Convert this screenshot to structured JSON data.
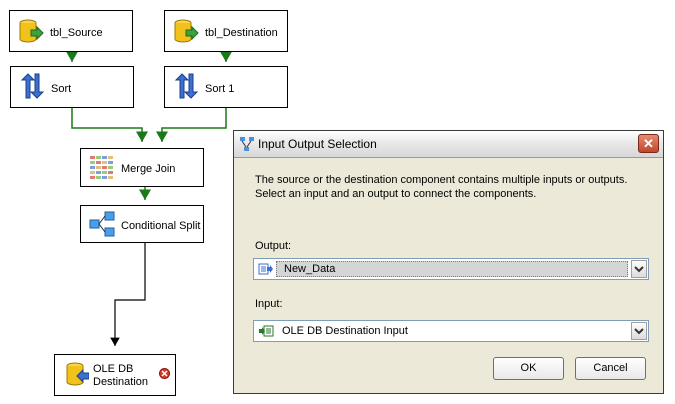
{
  "canvas": {
    "components": [
      {
        "id": "tbl-source",
        "label": "tbl_Source",
        "icon": "database-source-icon"
      },
      {
        "id": "tbl-destination",
        "label": "tbl_Destination",
        "icon": "database-source-icon"
      },
      {
        "id": "sort",
        "label": "Sort",
        "icon": "sort-arrows-icon"
      },
      {
        "id": "sort-1",
        "label": "Sort 1",
        "icon": "sort-arrows-icon"
      },
      {
        "id": "merge-join",
        "label": "Merge Join",
        "icon": "merge-join-icon"
      },
      {
        "id": "conditional-split",
        "label": "Conditional Split",
        "icon": "conditional-split-icon"
      },
      {
        "id": "ole-db-destination",
        "label_line1": "OLE DB",
        "label_line2": "Destination",
        "icon": "database-destination-icon",
        "status": "error-icon"
      }
    ],
    "connector_color": "#1a7a1a"
  },
  "dialog": {
    "title": "Input Output Selection",
    "description": "The source or the destination component contains multiple inputs or outputs. Select an input and an output to connect the components.",
    "output_label": "Output:",
    "output_value": "New_Data",
    "input_label": "Input:",
    "input_value": "OLE DB Destination Input",
    "ok_label": "OK",
    "cancel_label": "Cancel"
  }
}
